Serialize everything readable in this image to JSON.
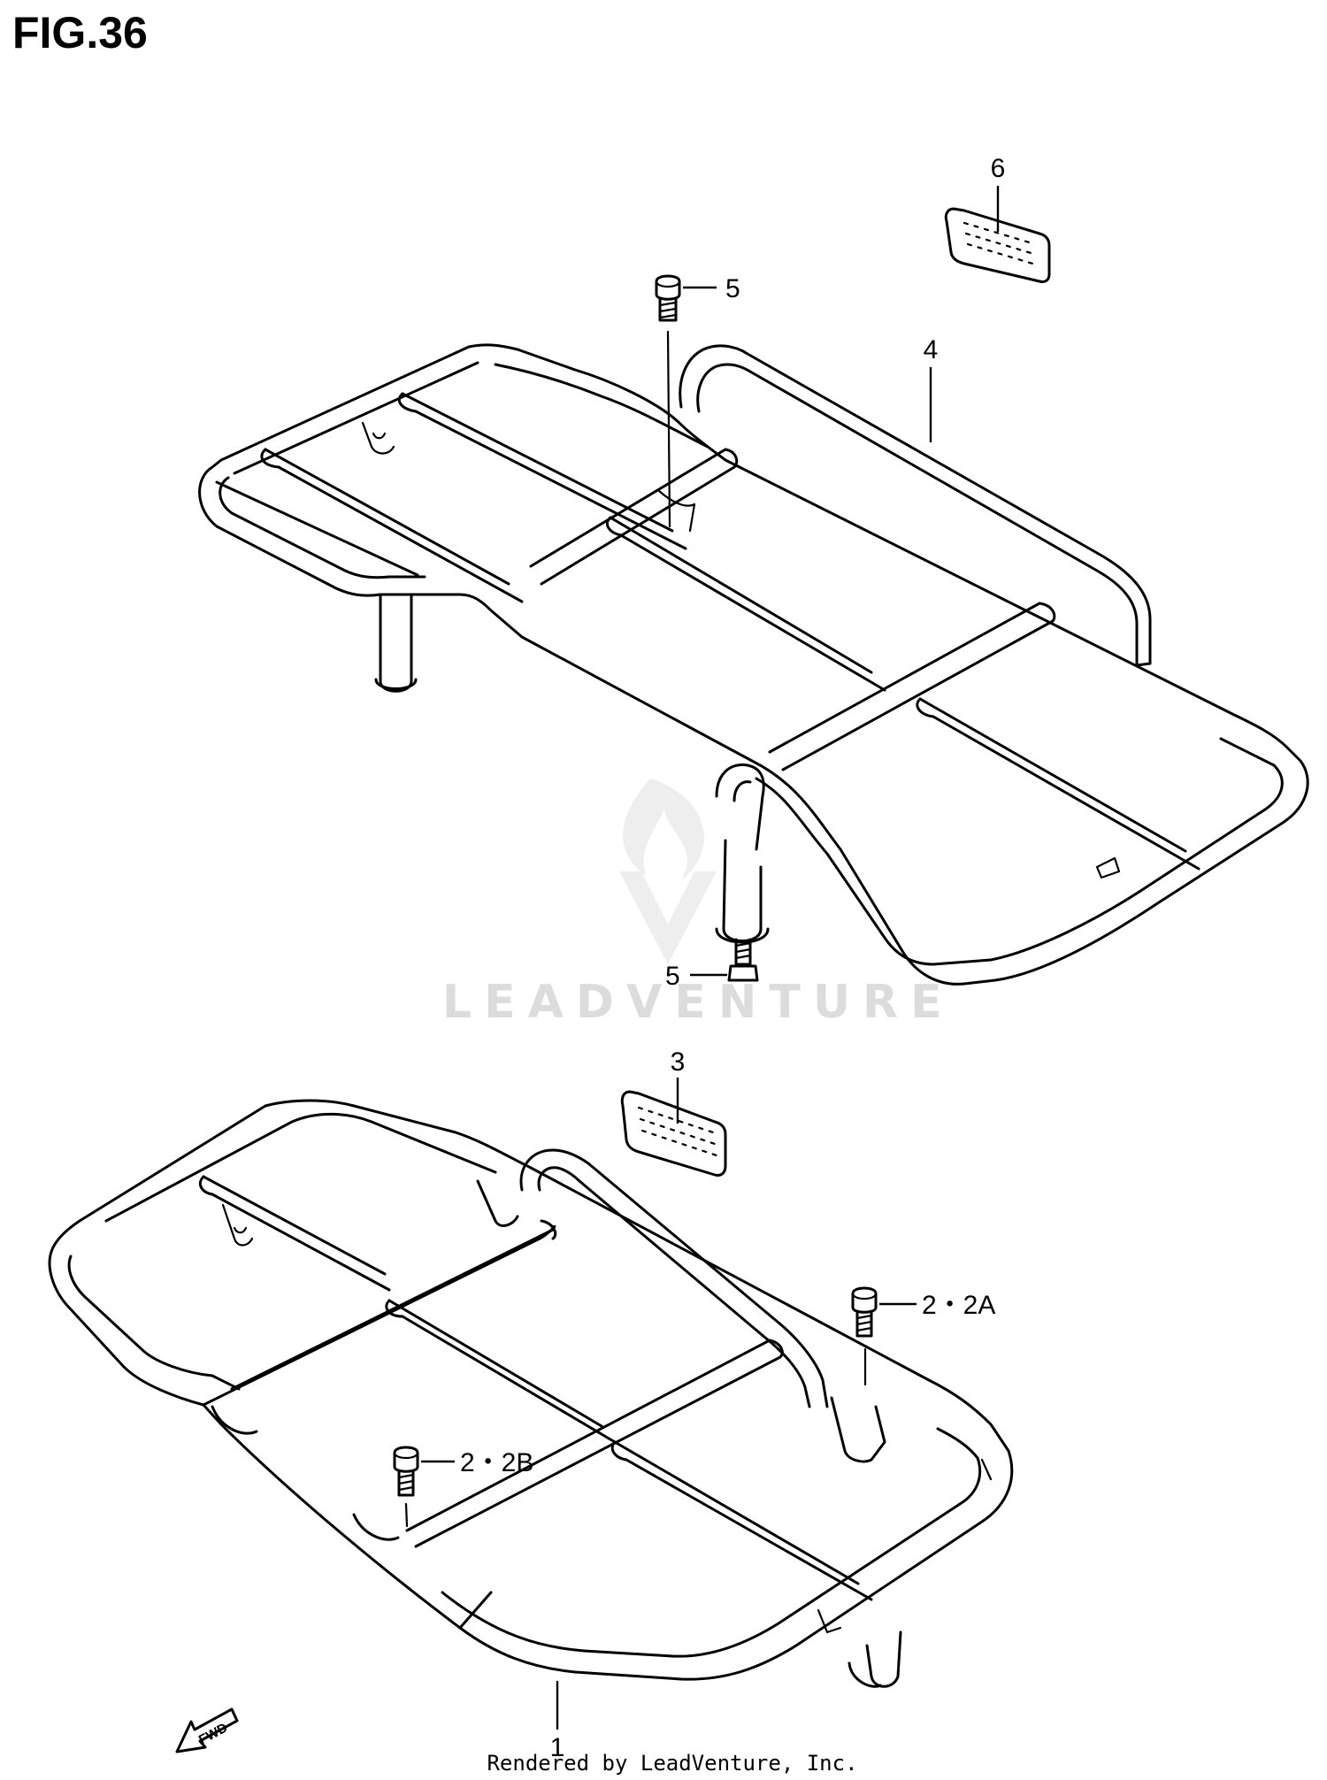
{
  "title": "FIG.36",
  "callouts": {
    "c1": "1",
    "c2a": "2・2A",
    "c2b": "2・2B",
    "c3": "3",
    "c4": "4",
    "c5_top": "5",
    "c5_bottom": "5",
    "c6": "6"
  },
  "fwd_label": "FWD",
  "watermark": "LEADVENTURE",
  "footer": "Rendered by LeadVenture, Inc."
}
